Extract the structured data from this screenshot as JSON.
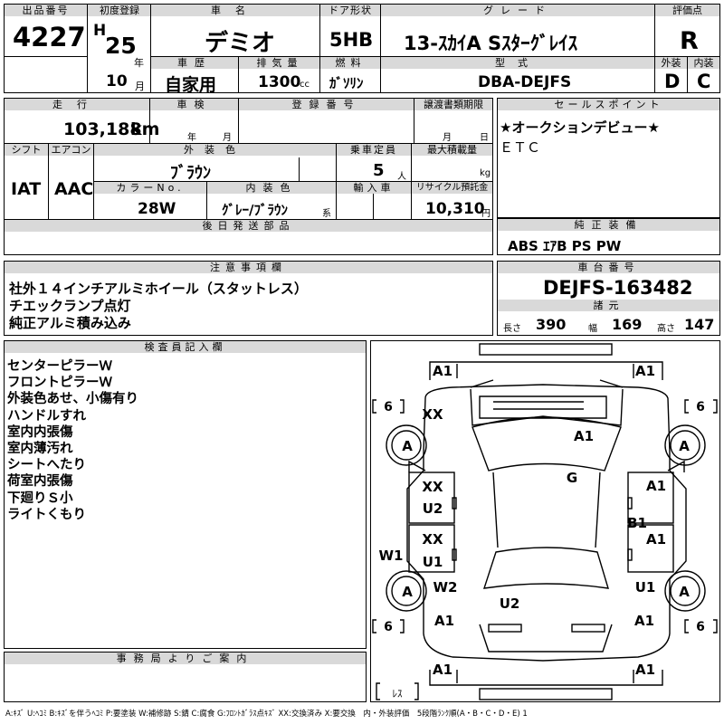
{
  "lot": {
    "label": "出品番号",
    "value": "4227"
  },
  "first_reg": {
    "label": "初度登録",
    "era": "H",
    "year": "25",
    "year_unit": "年",
    "month": "10",
    "month_unit": "月"
  },
  "car_name": {
    "label": "車名",
    "value": "デミオ"
  },
  "door": {
    "label": "ドア形状",
    "value": "5HB"
  },
  "grade": {
    "label": "グレード",
    "value": "13-ｽｶｲA Sｽﾀｰｸﾞﾚｲｽ"
  },
  "score": {
    "label": "評価点",
    "value": "R"
  },
  "history": {
    "label": "車歴",
    "value": "自家用"
  },
  "displacement": {
    "label": "排気量",
    "value": "1300",
    "unit": "cc"
  },
  "fuel": {
    "label": "燃料",
    "value": "ｶﾞｿﾘﾝ"
  },
  "model": {
    "label": "型式",
    "value": "DBA-DEJFS"
  },
  "exterior": {
    "label": "外装",
    "value": "D"
  },
  "interior": {
    "label": "内装",
    "value": "C"
  },
  "mileage": {
    "label": "走行",
    "value": "103,188",
    "unit": "km"
  },
  "inspection": {
    "label": "車検",
    "year_unit": "年",
    "month_unit": "月"
  },
  "reg_no": {
    "label": "登録番号"
  },
  "transfer": {
    "label": "譲渡書類期限",
    "month_unit": "月",
    "day_unit": "日"
  },
  "sales_point": {
    "label": "セールスポイント",
    "lines": [
      "★オークションデビュー★",
      "ＥＴＣ"
    ]
  },
  "shift": {
    "label": "シフト",
    "value": "IAT"
  },
  "aircon": {
    "label": "エアコン",
    "value": "AAC"
  },
  "ext_color": {
    "label": "外装色",
    "value": "ﾌﾞﾗｳﾝ"
  },
  "capacity": {
    "label": "乗車定員",
    "value": "5",
    "unit": "人"
  },
  "max_load": {
    "label": "最大積載量",
    "unit": "kg"
  },
  "color_no": {
    "label": "カラーNo.",
    "value": "28W"
  },
  "int_color": {
    "label": "内装色",
    "value": "ｸﾞﾚｰ/ﾌﾞﾗｳﾝ",
    "unit": "系"
  },
  "import": {
    "label": "輸入車"
  },
  "recycle": {
    "label": "リサイクル預託金",
    "value": "10,310",
    "unit": "円"
  },
  "parts": {
    "label": "後日発送部品"
  },
  "equipment": {
    "label": "純正装備",
    "value": "ABS ｴｱB PS PW"
  },
  "notes": {
    "label": "注意事項欄",
    "lines": [
      "社外１４インチアルミホイール（スタットレス）",
      "チエックランプ点灯",
      "純正アルミ積み込み"
    ]
  },
  "chassis": {
    "label": "車台番号",
    "value": "DEJFS-163482"
  },
  "specs": {
    "label": "諸元",
    "length_label": "長さ",
    "length": "390",
    "width_label": "幅",
    "width": "169",
    "height_label": "高さ",
    "height": "147"
  },
  "inspector": {
    "label": "検査員記入欄",
    "lines": [
      "センターピラーＷ",
      "フロントピラーＷ",
      "外装色あせ、小傷有り",
      "ハンドルすれ",
      "室内内張傷",
      "室内薄汚れ",
      "シートへたり",
      "荷室内張傷",
      "下廻りＳ小",
      "ライトくもり"
    ]
  },
  "office": {
    "label": "事務局よりご案内"
  },
  "diagram": {
    "marks": [
      "A1",
      "A1",
      "XX",
      "A1",
      "A",
      "A",
      "G",
      "XX",
      "U2",
      "A1",
      "XX",
      "U1",
      "B1",
      "A1",
      "W1",
      "W2",
      "U1",
      "A",
      "A",
      "U2",
      "A1",
      "A1",
      "A1",
      "A1"
    ],
    "tire_depth": [
      "6",
      "6",
      "6",
      "6"
    ],
    "spare_label": "ﾚｽ"
  },
  "legend": "A:ｷｽﾞ U:ﾍｺﾐ B:ｷｽﾞを伴うﾍｺﾐ P:要塗装 W:補修跡 S:錆 C:腐食 G:ﾌﾛﾝﾄｶﾞﾗｽ点ｷｽﾞ XX:交換済み X:要交換　内・外装評価　5段階ﾗﾝｸ順(A・B・C・D・E) 1"
}
